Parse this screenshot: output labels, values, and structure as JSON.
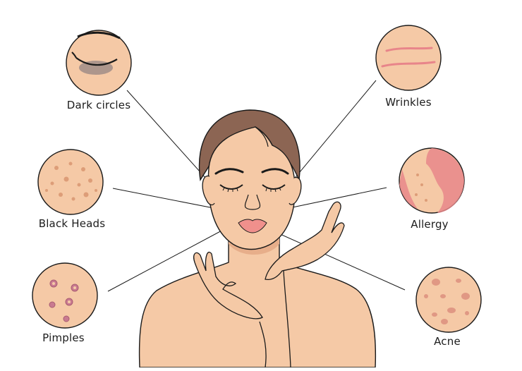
{
  "labels": {
    "dark_circles": "Dark circles",
    "wrinkles": "Wrinkles",
    "black_heads": "Black Heads",
    "allergy": "Allergy",
    "pimples": "Pimples",
    "acne": "Acne"
  },
  "colors": {
    "skin": "#f5c9a6",
    "skin_shadow": "#e7ae8a",
    "hair": "#8c6553",
    "lips": "#f0908c",
    "outline": "#1a1a1a",
    "spots": "#dd9d78",
    "allergy_patch": "#e8878a",
    "pimple": "#c97a90",
    "wrinkle": "#e8858a"
  }
}
